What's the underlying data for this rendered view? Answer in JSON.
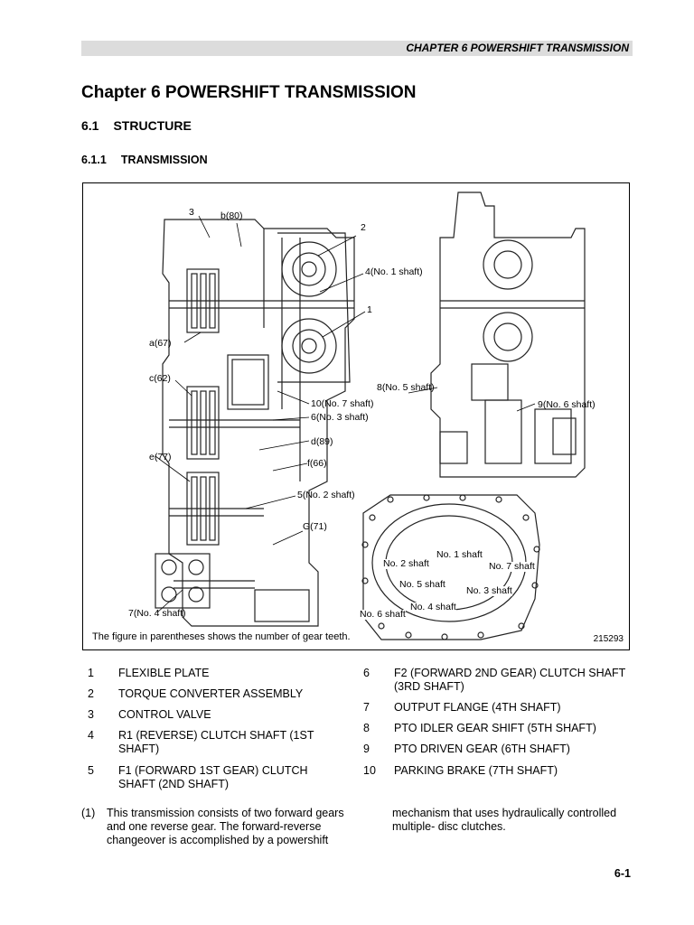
{
  "header": {
    "running_title": "CHAPTER 6 POWERSHIFT TRANSMISSION"
  },
  "chapter_title": "Chapter 6 POWERSHIFT TRANSMISSION",
  "section": {
    "number": "6.1",
    "title": "STRUCTURE"
  },
  "subsection": {
    "number": "6.1.1",
    "title": "TRANSMISSION"
  },
  "figure": {
    "labels": {
      "l3": "3",
      "b80": "b(80)",
      "l2": "2",
      "l4": "4(No. 1 shaft)",
      "l1": "1",
      "a67": "a(67)",
      "c62": "c(62)",
      "l8": "8(No. 5 shaft)",
      "l10": "10(No. 7 shaft)",
      "l6": "6(No. 3 shaft)",
      "l9": "9(No. 6 shaft)",
      "d89": "d(89)",
      "e77": "e(77)",
      "f66": "f(66)",
      "l5": "5(No. 2 shaft)",
      "g71": "G(71)",
      "l7": "7(No. 4 shaft)",
      "s1": "No. 1 shaft",
      "s2": "No. 2 shaft",
      "s7": "No. 7 shaft",
      "s5": "No. 5 shaft",
      "s3": "No. 3 shaft",
      "s4": "No. 4 shaft",
      "s6": "No. 6 shaft"
    },
    "caption": "The figure in parentheses shows the number of gear teeth.",
    "number": "215293"
  },
  "legend_left": [
    {
      "num": "1",
      "text": "FLEXIBLE PLATE"
    },
    {
      "num": "2",
      "text": "TORQUE CONVERTER ASSEMBLY"
    },
    {
      "num": "3",
      "text": "CONTROL VALVE"
    },
    {
      "num": "4",
      "text": "R1 (REVERSE) CLUTCH SHAFT (1ST SHAFT)"
    },
    {
      "num": "5",
      "text": "F1 (FORWARD 1ST GEAR) CLUTCH SHAFT (2ND SHAFT)"
    }
  ],
  "legend_right": [
    {
      "num": "6",
      "text": "F2 (FORWARD 2ND GEAR) CLUTCH SHAFT (3RD SHAFT)"
    },
    {
      "num": "7",
      "text": "OUTPUT FLANGE (4TH SHAFT)"
    },
    {
      "num": "8",
      "text": "PTO IDLER GEAR SHIFT (5TH SHAFT)"
    },
    {
      "num": "9",
      "text": "PTO DRIVEN GEAR (6TH SHAFT)"
    },
    {
      "num": "10",
      "text": "PARKING BRAKE (7TH SHAFT)"
    }
  ],
  "paragraph": {
    "marker": "(1)",
    "left_text": "This transmission consists of two forward gears and one reverse gear. The forward-reverse changeover is accomplished by a powershift",
    "right_text": "mechanism that uses hydraulically controlled multiple- disc clutches."
  },
  "page_number": "6-1"
}
